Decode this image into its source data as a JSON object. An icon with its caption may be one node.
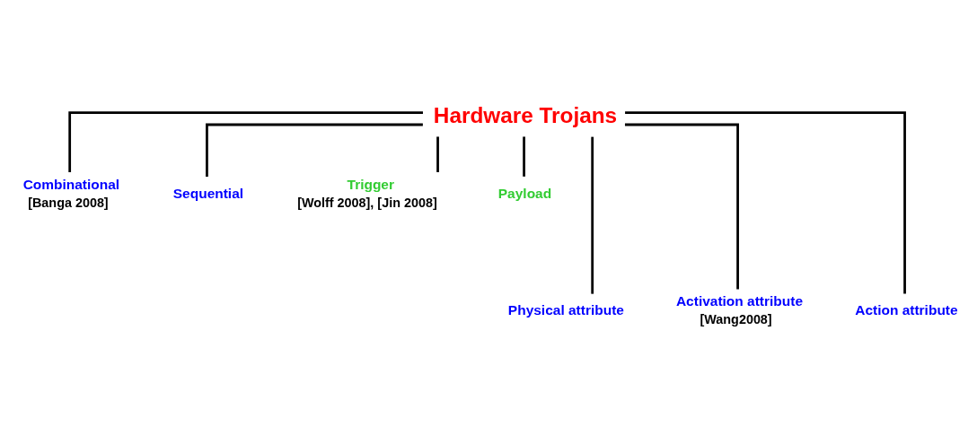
{
  "diagram": {
    "nodes": [
      {
        "text": [
          "Hardware Trojans"
        ]
      },
      {
        "text": [
          "Combinational"
        ],
        "beside": [
          "[Banga 2008]"
        ]
      },
      {
        "text": [
          "Sequential"
        ]
      },
      {
        "text": [
          "Trigger"
        ],
        "beside": [
          "[Wolff 2008], [Jin 2008]"
        ]
      },
      {
        "text": [
          "Payload"
        ]
      },
      {
        "text": [
          "Physical attribute"
        ]
      },
      {
        "text": [
          "Activation attribute"
        ],
        "beside": [
          "[Wang2008]"
        ]
      },
      {
        "text": [
          "Action attribute"
        ]
      }
    ],
    "edges": [
      {
        "from": 0,
        "to": 1,
        "arrow": "none"
      },
      {
        "from": 0,
        "to": 2,
        "arrow": "none"
      },
      {
        "from": 0,
        "to": 3,
        "arrow": "none"
      },
      {
        "from": 0,
        "to": 4,
        "arrow": "none"
      },
      {
        "from": 0,
        "to": 5,
        "arrow": "none"
      },
      {
        "from": 0,
        "to": 6,
        "arrow": "none"
      },
      {
        "from": 0,
        "to": 7,
        "arrow": "none"
      }
    ]
  }
}
